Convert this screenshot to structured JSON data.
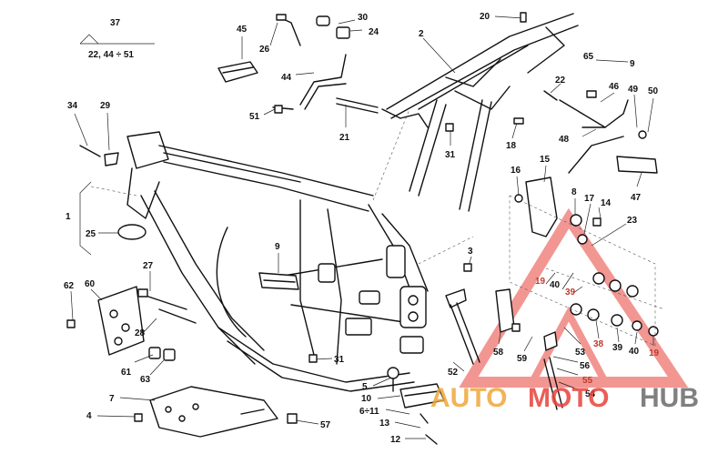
{
  "callouts": {
    "c37": "37",
    "c37_sub": "22, 44 ÷ 51",
    "c45": "45",
    "c26": "26",
    "c30": "30",
    "c24": "24",
    "c44": "44",
    "c51": "51",
    "c21": "21",
    "c20": "20",
    "c2": "2",
    "c65": "65",
    "c9a": "9",
    "c22": "22",
    "c46": "46",
    "c49": "49",
    "c50": "50",
    "c18": "18",
    "c31a": "31",
    "c48": "48",
    "c34": "34",
    "c29": "29",
    "c1": "1",
    "c25": "25",
    "c9b": "9",
    "c16": "16",
    "c15": "15",
    "c8": "8",
    "c17": "17",
    "c14": "14",
    "c47": "47",
    "c23": "23",
    "c3": "3",
    "c27": "27",
    "c62": "62",
    "c60": "60",
    "c28": "28",
    "c61": "61",
    "c63": "63",
    "c19a": "19",
    "c40a": "40",
    "c39a": "39",
    "c58": "58",
    "c59": "59",
    "c53": "53",
    "c38": "38",
    "c39b": "39",
    "c40b": "40",
    "c19b": "19",
    "c56": "56",
    "c55": "55",
    "c54": "54",
    "c52": "52",
    "c31b": "31",
    "c5": "5",
    "c10": "10",
    "c6_11": "6÷11",
    "c13": "13",
    "c12": "12",
    "c7": "7",
    "c4": "4",
    "c57": "57"
  },
  "watermark": {
    "auto": "AUTO",
    "moto": "MOTO",
    "hub": "HUB",
    "color_red": "#e8413a",
    "color_orange": "#f0a63a",
    "color_gray": "#6b6b6b"
  }
}
